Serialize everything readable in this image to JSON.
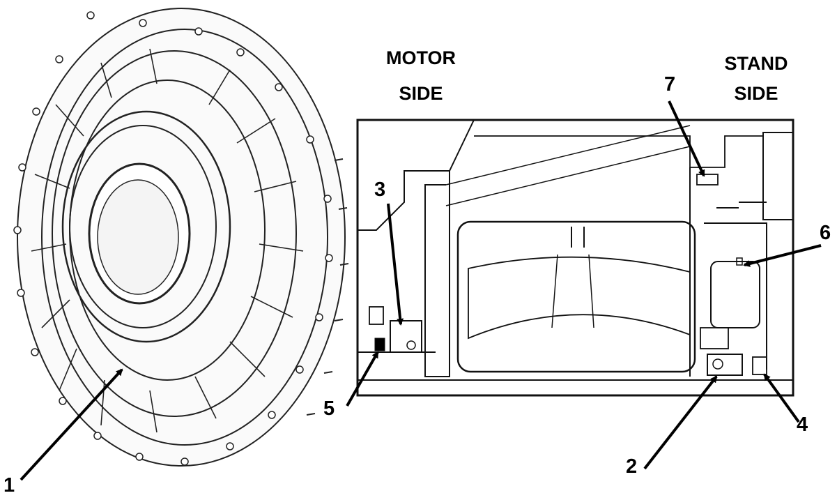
{
  "headings": {
    "motor_side": [
      "MOTOR",
      "SIDE"
    ],
    "stand_side": [
      "STAND",
      "SIDE"
    ]
  },
  "callouts": [
    "1",
    "2",
    "3",
    "4",
    "5",
    "6",
    "7"
  ]
}
